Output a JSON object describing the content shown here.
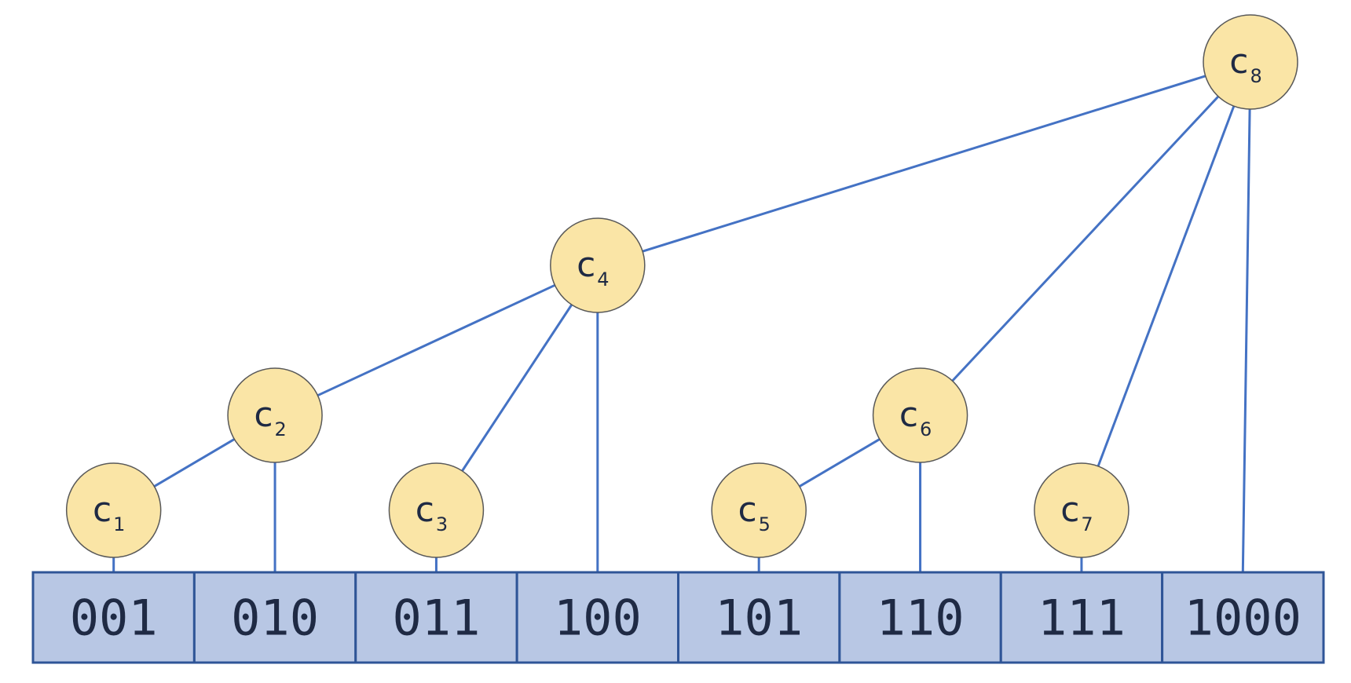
{
  "nodes": [
    {
      "id": "c1",
      "base": "c",
      "sub": "1",
      "level": 1,
      "cell": 0
    },
    {
      "id": "c2",
      "base": "c",
      "sub": "2",
      "level": 2,
      "cell": 1
    },
    {
      "id": "c3",
      "base": "c",
      "sub": "3",
      "level": 1,
      "cell": 2
    },
    {
      "id": "c4",
      "base": "c",
      "sub": "4",
      "level": 3,
      "cell": 3
    },
    {
      "id": "c5",
      "base": "c",
      "sub": "5",
      "level": 1,
      "cell": 4
    },
    {
      "id": "c6",
      "base": "c",
      "sub": "6",
      "level": 2,
      "cell": 5
    },
    {
      "id": "c7",
      "base": "c",
      "sub": "7",
      "level": 1,
      "cell": 6
    },
    {
      "id": "c8",
      "base": "c",
      "sub": "8",
      "level": 4,
      "cell": 7
    }
  ],
  "edges": [
    {
      "from": "c2",
      "to": "c1"
    },
    {
      "from": "c4",
      "to": "c2"
    },
    {
      "from": "c4",
      "to": "c3"
    },
    {
      "from": "c8",
      "to": "c4"
    },
    {
      "from": "c6",
      "to": "c5"
    },
    {
      "from": "c8",
      "to": "c6"
    },
    {
      "from": "c8",
      "to": "c7"
    }
  ],
  "cells": [
    "001",
    "010",
    "011",
    "100",
    "101",
    "110",
    "111",
    "1000"
  ],
  "colors": {
    "edge": "#4472c4",
    "node_fill": "#fae5a6",
    "node_stroke": "#595959",
    "cell_fill": "#b8c7e4",
    "cell_stroke": "#2f5597",
    "text": "#1f2a44"
  }
}
